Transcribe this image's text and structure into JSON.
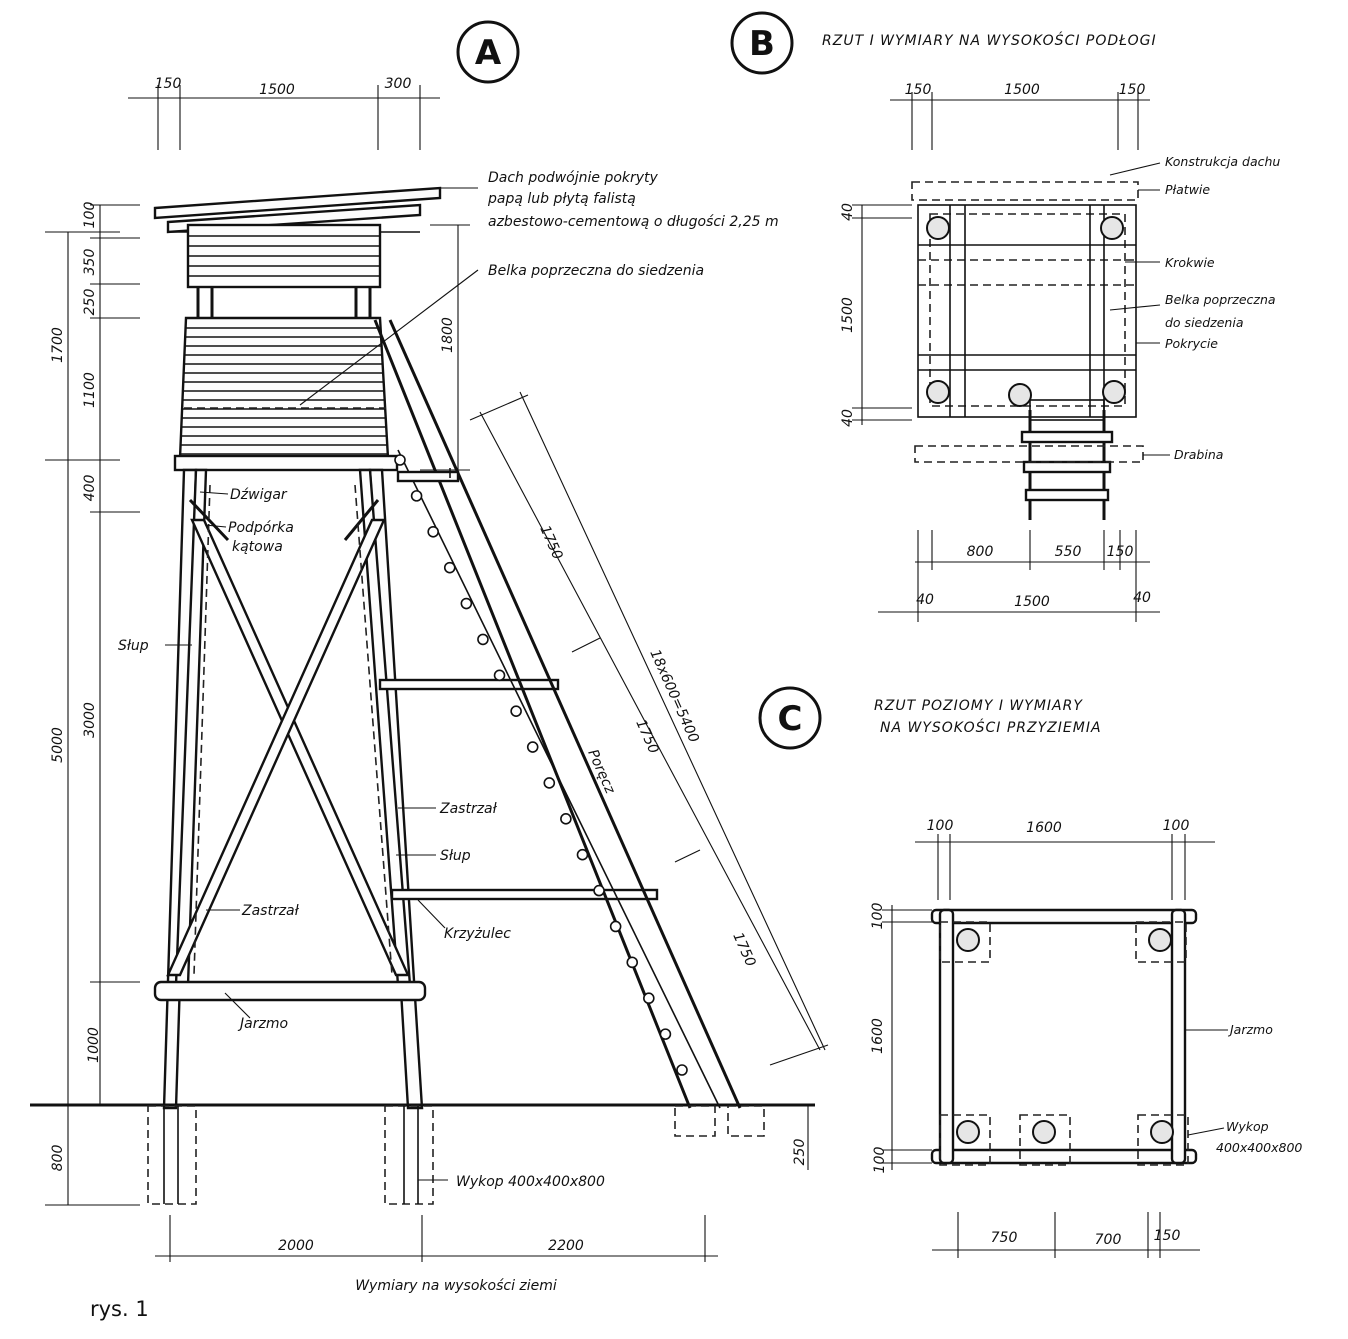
{
  "view_a": {
    "badge": "A",
    "top_dims": [
      "150",
      "1500",
      "300"
    ],
    "left_dims_outer": [
      "1700",
      "5000",
      "800"
    ],
    "left_dims_inner": [
      "100",
      "350",
      "250",
      "1100",
      "400",
      "3000",
      "1000"
    ],
    "roof_note": [
      "Dach podwójnie pokryty",
      "papą lub płytą falistą",
      "azbestowo-cementową o długości 2,25 m"
    ],
    "dim_1800": "1800",
    "labels": {
      "seat_beam": "Belka poprzeczna do siedzenia",
      "girder": "Dźwigar",
      "corner_brace": [
        "Podpórka",
        "kątowa"
      ],
      "post_left": "Słup",
      "strut_right": "Zastrzał",
      "post_right": "Słup",
      "strut_left": "Zastrzał",
      "cross_brace": "Krzyżulec",
      "yoke": "Jarzmo",
      "handrail": "Poręcz",
      "excavation": "Wykop 400x400x800"
    },
    "ladder_dims": [
      "1750",
      "1750",
      "1750",
      "18x600=5400"
    ],
    "dim_250": "250",
    "bottom_dims": [
      "2000",
      "2200"
    ],
    "bottom_caption": "Wymiary na wysokości ziemi"
  },
  "view_b": {
    "badge": "B",
    "title": "RZUT I WYMIARY NA WYSOKOŚCI PODŁOGI",
    "top_dims": [
      "150",
      "1500",
      "150"
    ],
    "left_dims": [
      "40",
      "1500",
      "40"
    ],
    "labels": [
      "Konstrukcja dachu",
      "Płatwie",
      "Krokwie",
      "Belka poprzeczna",
      "do siedzenia",
      "Pokrycie",
      "Drabina"
    ],
    "bottom_dims_1": [
      "800",
      "550",
      "150"
    ],
    "bottom_dims_2": [
      "40",
      "1500",
      "40"
    ]
  },
  "view_c": {
    "badge": "C",
    "title": [
      "RZUT POZIOMY I WYMIARY",
      "NA WYSOKOŚCI PRZYZIEMIA"
    ],
    "top_dims": [
      "100",
      "1600",
      "100"
    ],
    "left_dims": [
      "100",
      "1600",
      "100"
    ],
    "labels": [
      "Jarzmo",
      "Wykop",
      "400x400x800"
    ],
    "bottom_dims": [
      "750",
      "700",
      "150"
    ]
  },
  "figure_caption": "rys. 1"
}
